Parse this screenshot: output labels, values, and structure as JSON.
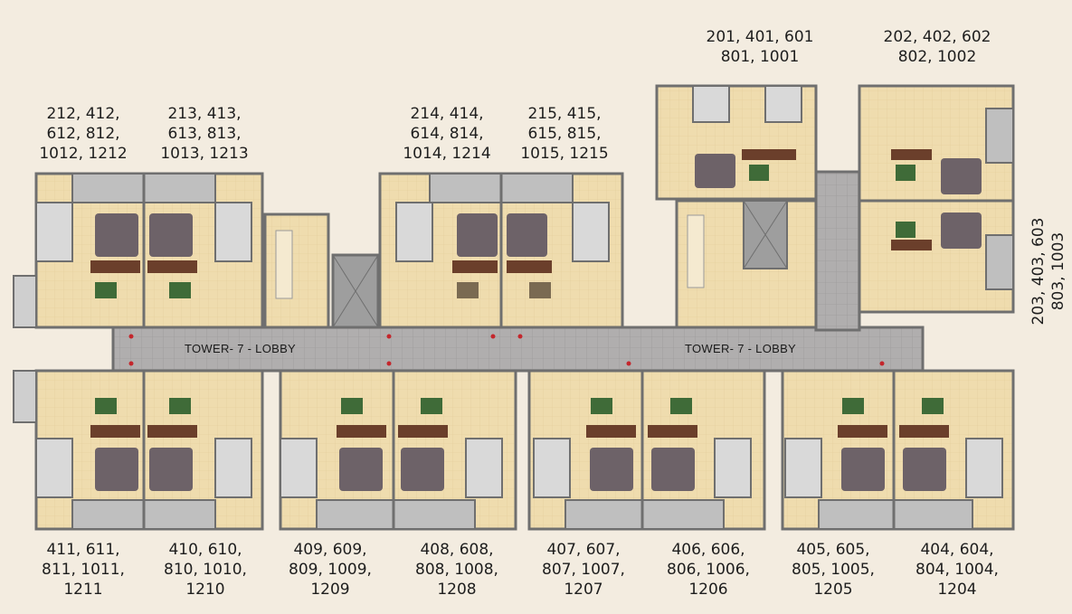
{
  "colors": {
    "background": "#f3ece0",
    "lobby_floor": "#b0aeae",
    "room_floor": "#efdcae",
    "wall": "#6f6f6f",
    "terrace": "#bfbfbf",
    "bed": "#6d6268",
    "sofa": "#6b3f2b",
    "mat": "#3f6b38",
    "marker": "#c4262c"
  },
  "lobby_labels": {
    "left": "TOWER- 7  -  LOBBY",
    "right": "TOWER- 7  -  LOBBY"
  },
  "unit_labels": {
    "u201": "201, 401, 601\n801, 1001",
    "u202": "202, 402, 602\n802, 1002",
    "u212": "212, 412,\n612, 812,\n1012, 1212",
    "u213": "213, 413,\n613, 813,\n1013, 1213",
    "u214": "214, 414,\n614, 814,\n1014, 1214",
    "u215": "215, 415,\n615, 815,\n1015, 1215",
    "u203": "203, 403, 603\n803, 1003",
    "u411": "411, 611,\n811, 1011,\n1211",
    "u410": "410, 610,\n810, 1010,\n1210",
    "u409": "409, 609,\n809, 1009,\n1209",
    "u408": "408, 608,\n808, 1008,\n1208",
    "u407": "407, 607,\n807, 1007,\n1207",
    "u406": "406, 606,\n806, 1006,\n1206",
    "u405": "405, 605,\n805, 1005,\n1205",
    "u404": "404, 604,\n804, 1004,\n1204"
  }
}
